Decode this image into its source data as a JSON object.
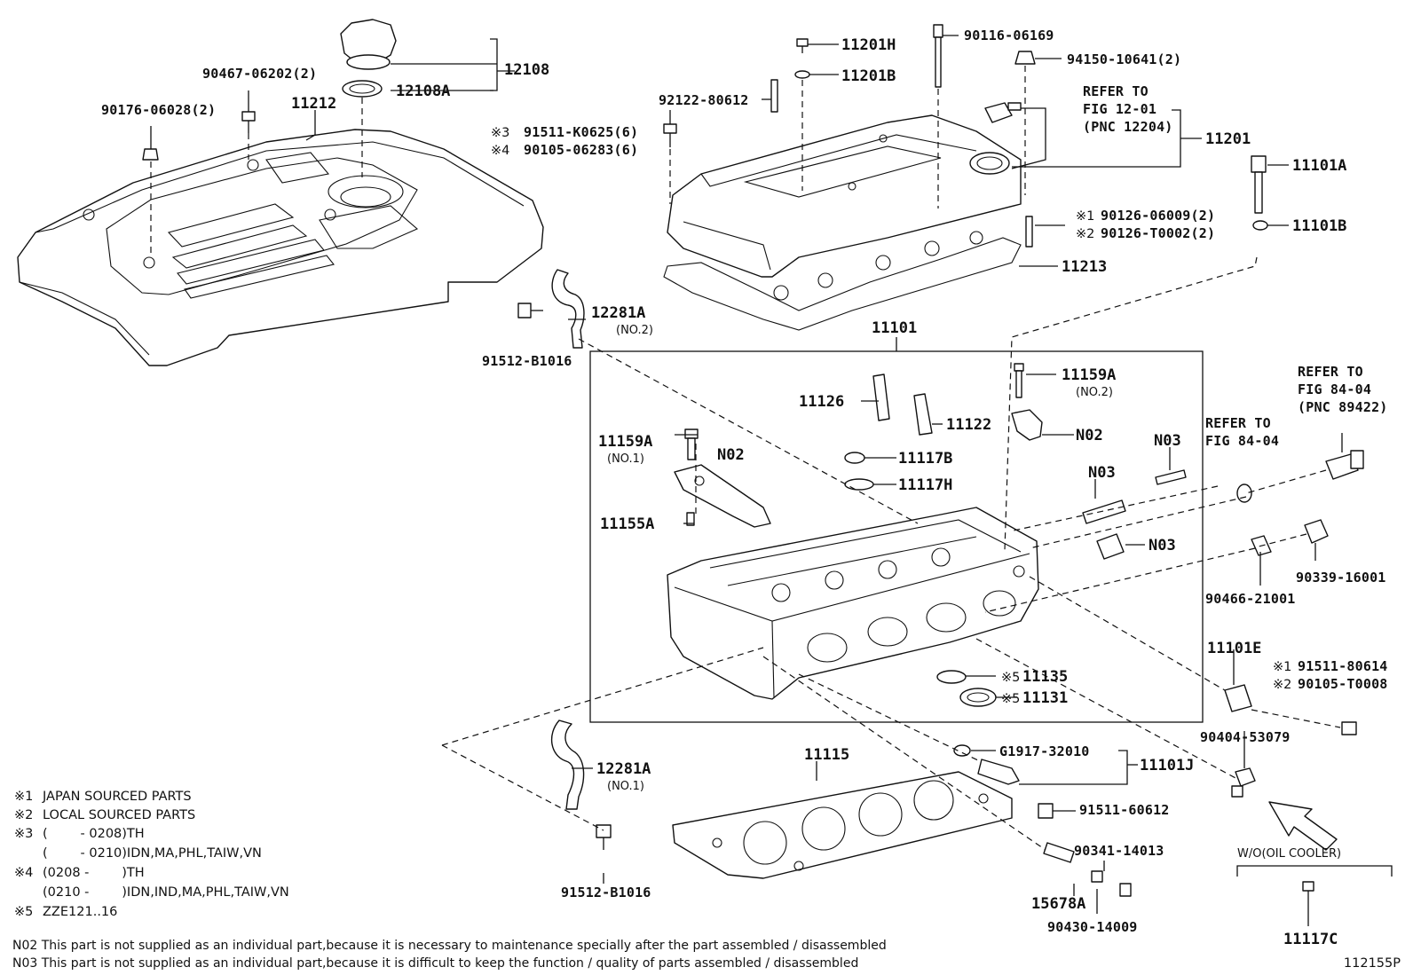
{
  "diagram_id": "112155P",
  "parts": {
    "p12108": "12108",
    "p12108A": "12108A",
    "p90467": "90467-06202(2)",
    "p11212": "11212",
    "p90176": "90176-06028(2)",
    "p11201H": "11201H",
    "p90116": "90116-06169",
    "p94150": "94150-10641(2)",
    "p11201B": "11201B",
    "p92122": "92122-80612",
    "refer_to": "REFER TO",
    "fig_12_01": "FIG 12-01",
    "pnc_12204": "(PNC 12204)",
    "p11201": "11201",
    "p91511_k0625": "91511-K0625(6)",
    "p90105_06283": "90105-06283(6)",
    "mark3": "※3",
    "mark4": "※4",
    "p11101A": "11101A",
    "p11101B": "11101B",
    "mark1": "※1",
    "mark2": "※2",
    "p90126_06009": "90126-06009(2)",
    "p90126_t0002": "90126-T0002(2)",
    "p11213": "11213",
    "p12281A_top": "12281A",
    "no2": "(NO.2)",
    "p91512_top": "91512-B1016",
    "p11101": "11101",
    "p11159A_top": "11159A",
    "p11126": "11126",
    "p11122": "11122",
    "n02": "N02",
    "n03": "N03",
    "refer_to_84": "REFER TO",
    "fig_84_04": "FIG 84-04",
    "refer_to_84b": "REFER TO",
    "fig_84_04b": "FIG 84-04",
    "pnc_89422": "(PNC 89422)",
    "p11159A_left": "11159A",
    "no1": "(NO.1)",
    "p11117B": "11117B",
    "p11117H": "11117H",
    "p11155A": "11155A",
    "p90339": "90339-16001",
    "p90466": "90466-21001",
    "p11101E": "11101E",
    "p91511_80614": "91511-80614",
    "p90105_t0008": "90105-T0008",
    "mark5": "※5",
    "p11135": "11135",
    "p11131": "11131",
    "p90404": "90404-53079",
    "p12281A_bot": "12281A",
    "p11115": "11115",
    "pG1917": "G1917-32010",
    "p11101J": "11101J",
    "p91511_60612": "91511-60612",
    "p90341": "90341-14013",
    "p15678A": "15678A",
    "p90430": "90430-14009",
    "p91512_bot": "91512-B1016",
    "wo_oil_cooler": "W/O(OIL COOLER)",
    "p11117C": "11117C"
  },
  "legend": [
    {
      "mark": "※1",
      "text": "JAPAN SOURCED PARTS"
    },
    {
      "mark": "※2",
      "text": "LOCAL SOURCED PARTS"
    },
    {
      "mark": "※3",
      "text": "(        - 0208)TH"
    },
    {
      "mark": "",
      "text": "(        - 0210)IDN,MA,PHL,TAIW,VN"
    },
    {
      "mark": "※4",
      "text": "(0208 -        )TH"
    },
    {
      "mark": "",
      "text": "(0210 -        )IDN,IND,MA,PHL,TAIW,VN"
    },
    {
      "mark": "※5",
      "text": "ZZE121..16"
    }
  ],
  "footnotes": {
    "n02": "N02 This part is not supplied as an individual part,because it is necessary to maintenance specially after the part assembled / disassembled",
    "n03": "N03 This part is not supplied as an individual part,because it is difficult to keep the function / quality of parts assembled / disassembled"
  }
}
